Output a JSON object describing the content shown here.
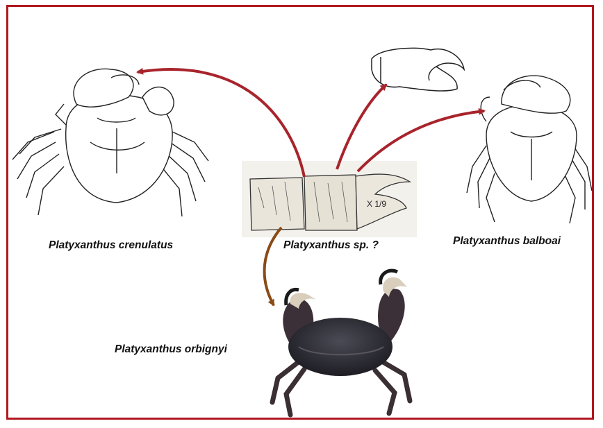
{
  "labels": {
    "crenulatus": "Platyxanthus crenulatus",
    "sp": "Platyxanthus  sp. ?",
    "balboai": "Platyxanthus balboai",
    "orbignyi": "Platyxanthus   orbignyi"
  },
  "scale_label": "X 1/9",
  "colors": {
    "frame": "#b0171f",
    "arrow_red": "#a8242c",
    "arrow_brown": "#8a4a16"
  }
}
